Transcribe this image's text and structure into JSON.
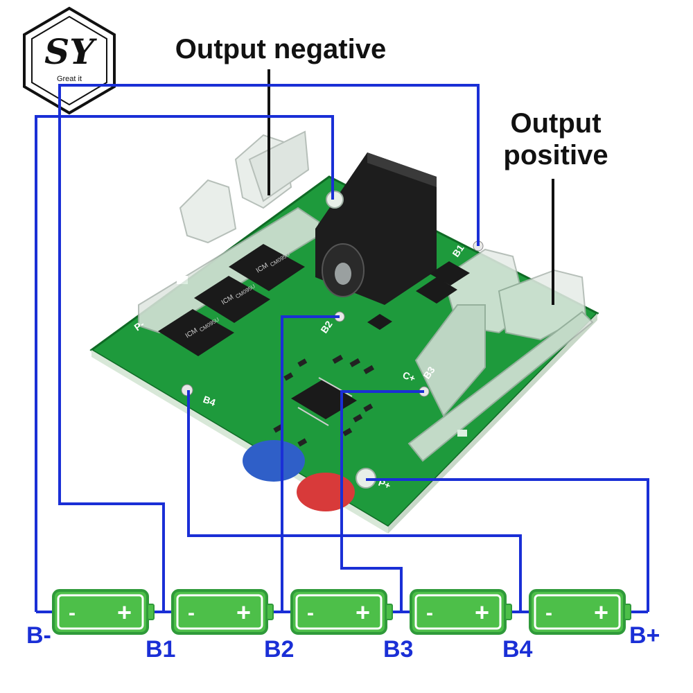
{
  "logo": {
    "monogram": "SY",
    "tagline": "Great it"
  },
  "callouts": {
    "output_negative": "Output negative",
    "output_positive_line1": "Output",
    "output_positive_line2": "positive"
  },
  "nodes": {
    "b_minus": "B-",
    "b1": "B1",
    "b2": "B2",
    "b3": "B3",
    "b4": "B4",
    "b_plus": "B+"
  },
  "cells": [
    {
      "negative": "-",
      "positive": "+"
    },
    {
      "negative": "-",
      "positive": "+"
    },
    {
      "negative": "-",
      "positive": "+"
    },
    {
      "negative": "-",
      "positive": "+"
    },
    {
      "negative": "-",
      "positive": "+"
    }
  ],
  "board_markings": {
    "pad_b1": "B1",
    "pad_b2": "B2",
    "pad_b3": "B3",
    "pad_b4": "B4",
    "pad_c_plus": "C+",
    "pad_p_minus": "P-",
    "pad_p_plus": "P+",
    "mosfet_brand": "ICM",
    "mosfet_part": "CM095U"
  },
  "colors": {
    "wire": "#1a2fd6",
    "node_label": "#1a2fd6",
    "pcb": "#1e9a3c",
    "pcb_dark": "#137a2c",
    "cell_fill": "#4dbf49",
    "cell_border": "#2f9a3a",
    "callout_text": "#111111"
  }
}
